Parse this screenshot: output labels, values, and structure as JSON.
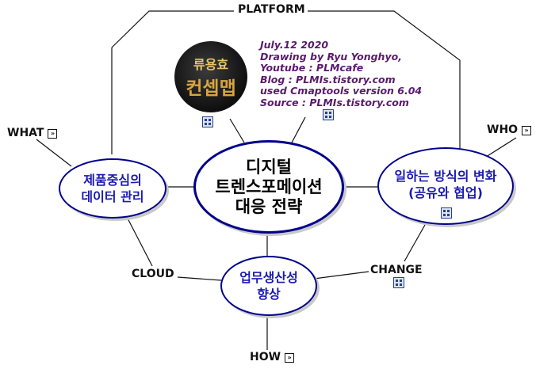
{
  "diagram": {
    "center": "디지털\n트렌스포메이션\n대응 전략",
    "node_left": "제품중심의\n데이터 관리",
    "node_right": "일하는 방식의 변화\n(공유와 협업)",
    "node_bottom": "업무생산성\n향상",
    "platform": "PLATFORM",
    "what": "WHAT",
    "who": "WHO",
    "how": "HOW",
    "cloud": "CLOUD",
    "change": "CHANGE",
    "logo_line1": "류용효",
    "logo_line2": "컨셉맵",
    "info": [
      "July.12 2020",
      "Drawing by Ryu Yonghyo,",
      "Youtube : PLMcafe",
      "Blog : PLMIs.tistory.com",
      "used Cmaptools version 6.04",
      "Source : PLMIs.tistory.com"
    ]
  },
  "colors": {
    "node_border": "#00008b",
    "node_text": "#1a1ab0",
    "info_text": "#5a1a6e",
    "line": "#111111"
  },
  "icons": {
    "label_link": "link-box-icon",
    "resource": "cmap-resource-icon"
  }
}
